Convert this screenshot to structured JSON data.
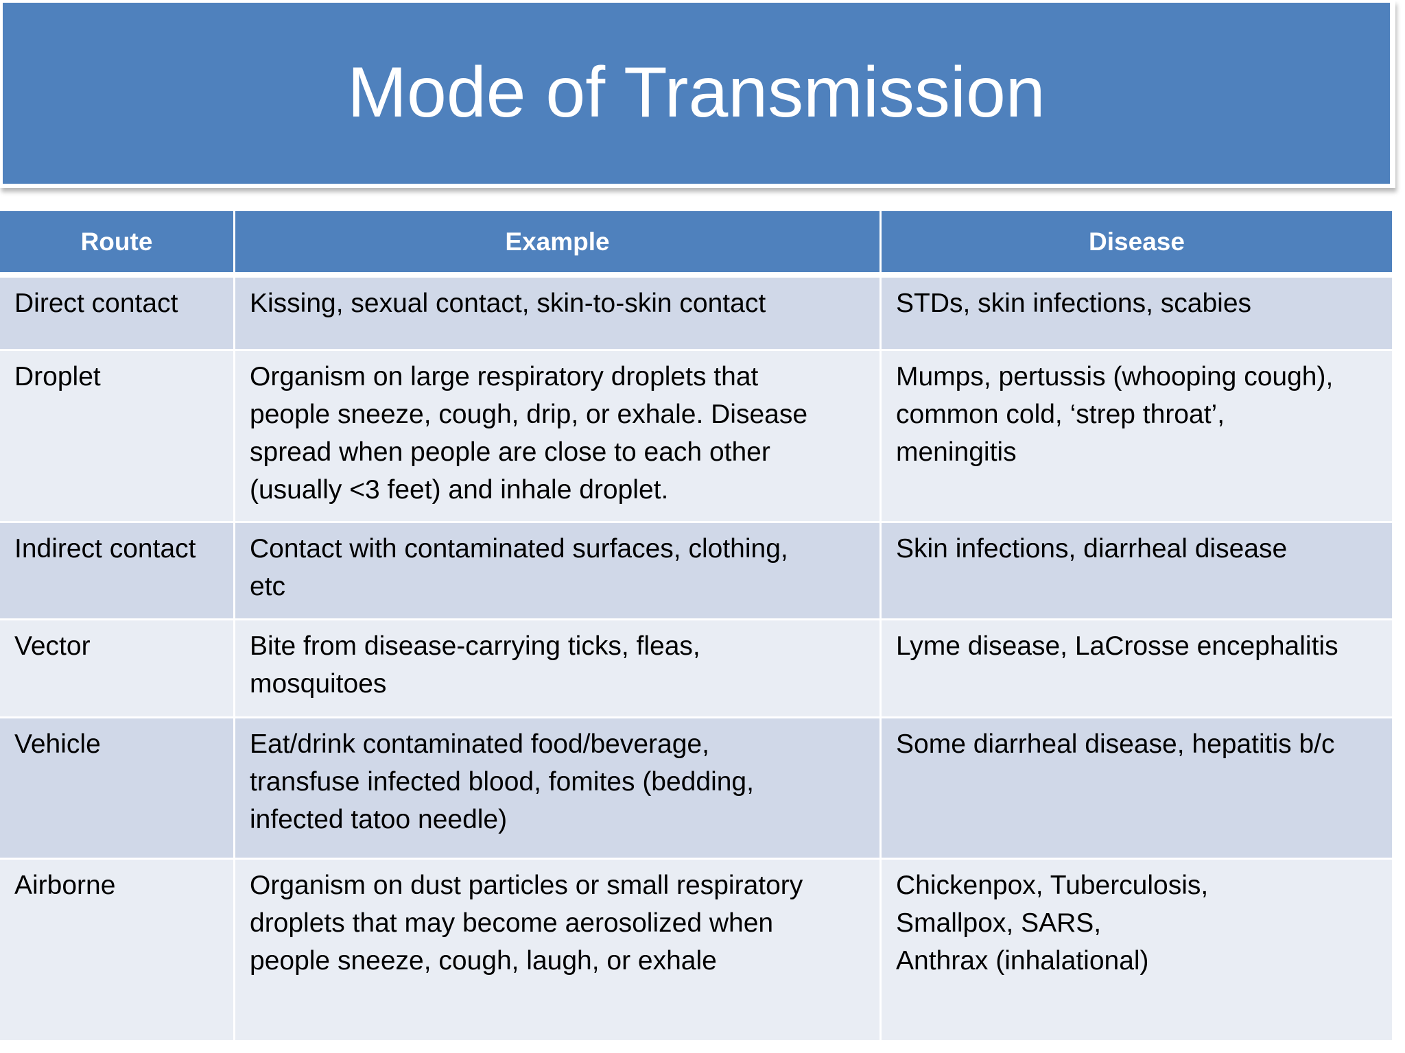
{
  "slide": {
    "title": "Mode of Transmission",
    "colors": {
      "accent": "#4F81BD",
      "row_dark": "#D0D8E8",
      "row_light": "#E9EDF4",
      "header_text": "#FFFFFF",
      "body_text": "#000000"
    }
  },
  "table": {
    "headers": [
      "Route",
      "Example",
      "Disease"
    ],
    "rows": [
      {
        "route": "Direct contact",
        "example": [
          "Kissing, sexual contact, skin-to-skin contact"
        ],
        "disease": [
          "STDs, skin infections, scabies"
        ]
      },
      {
        "route": "Droplet",
        "example": [
          "Organism on large respiratory droplets that",
          "people sneeze, cough, drip, or exhale. Disease",
          "spread when people are close to each other",
          "(usually <3 feet) and inhale droplet."
        ],
        "disease": [
          "Mumps, pertussis (whooping cough),",
          "common cold, ‘strep throat’,",
          "meningitis"
        ]
      },
      {
        "route": "Indirect contact",
        "example": [
          "Contact with contaminated surfaces, clothing,",
          "etc"
        ],
        "disease": [
          "Skin infections, diarrheal disease"
        ]
      },
      {
        "route": "Vector",
        "example": [
          "Bite from disease-carrying ticks,  fleas,",
          "mosquitoes"
        ],
        "disease": [
          "Lyme disease, LaCrosse encephalitis"
        ]
      },
      {
        "route": "Vehicle",
        "example": [
          "Eat/drink contaminated food/beverage,",
          "transfuse infected blood, fomites (bedding,",
          "infected tatoo needle)"
        ],
        "disease": [
          "Some diarrheal disease, hepatitis b/c"
        ]
      },
      {
        "route": "Airborne",
        "example": [
          "Organism on dust particles or small respiratory",
          "droplets that may become aerosolized when",
          "people sneeze, cough, laugh, or exhale"
        ],
        "disease": [
          "Chickenpox, Tuberculosis,",
          "Smallpox, SARS,",
          "Anthrax (inhalational)"
        ]
      }
    ]
  }
}
